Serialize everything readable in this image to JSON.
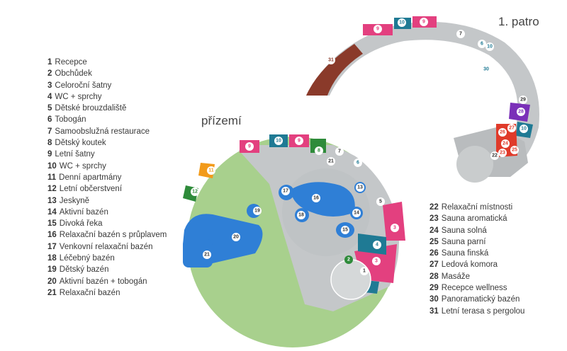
{
  "floors": {
    "ground": "přízemí",
    "first": "1. patro"
  },
  "legend_left": [
    {
      "n": "1",
      "label": "Recepce"
    },
    {
      "n": "2",
      "label": "Obchůdek"
    },
    {
      "n": "3",
      "label": "Celoroční šatny"
    },
    {
      "n": "4",
      "label": "WC + sprchy"
    },
    {
      "n": "5",
      "label": "Dětské brouzdaliště"
    },
    {
      "n": "6",
      "label": "Tobogán"
    },
    {
      "n": "7",
      "label": "Samoobslužná restaurace"
    },
    {
      "n": "8",
      "label": "Dětský koutek"
    },
    {
      "n": "9",
      "label": "Letní šatny"
    },
    {
      "n": "10",
      "label": "WC + sprchy"
    },
    {
      "n": "11",
      "label": "Denní apartmány"
    },
    {
      "n": "12",
      "label": "Letní občerstvení"
    },
    {
      "n": "13",
      "label": "Jeskyně"
    },
    {
      "n": "14",
      "label": "Aktivní bazén"
    },
    {
      "n": "15",
      "label": "Divoká řeka"
    },
    {
      "n": "16",
      "label": "Relaxační bazén s průplavem"
    },
    {
      "n": "17",
      "label": "Venkovní relaxační bazén"
    },
    {
      "n": "18",
      "label": "Léčebný bazén"
    },
    {
      "n": "19",
      "label": "Dětský bazén"
    },
    {
      "n": "20",
      "label": "Aktivní bazén + tobogán"
    },
    {
      "n": "21",
      "label": "Relaxační bazén"
    }
  ],
  "legend_right": [
    {
      "n": "22",
      "label": "Relaxační místnosti"
    },
    {
      "n": "23",
      "label": "Sauna aromatická"
    },
    {
      "n": "24",
      "label": "Sauna solná"
    },
    {
      "n": "25",
      "label": "Sauna parní"
    },
    {
      "n": "26",
      "label": "Sauna finská"
    },
    {
      "n": "27",
      "label": "Ledová komora"
    },
    {
      "n": "28",
      "label": "Masáže"
    },
    {
      "n": "29",
      "label": "Recepce wellness"
    },
    {
      "n": "30",
      "label": "Panoramatický bazén"
    },
    {
      "n": "31",
      "label": "Letní terasa s pergolou"
    }
  ],
  "colors": {
    "lawn": "#a8d08d",
    "floor": "#b9bcbe",
    "pool": "#2f7fd6",
    "pink": "#e3407f",
    "teal": "#1f7a94",
    "green": "#2e8b3a",
    "orange": "#f29a1a",
    "purple": "#7a2fb8",
    "brown": "#8a3a2a",
    "red": "#e03a2a"
  },
  "map_markers": {
    "ground": [
      "1",
      "2",
      "3",
      "3",
      "4",
      "5",
      "6",
      "7",
      "8",
      "9",
      "9",
      "10",
      "11",
      "12",
      "13",
      "14",
      "15",
      "16",
      "17",
      "18",
      "19",
      "20",
      "21"
    ],
    "first": [
      "7",
      "9",
      "9",
      "10",
      "6",
      "10",
      "30",
      "31",
      "29",
      "28",
      "27",
      "26",
      "10",
      "24",
      "25",
      "23",
      "22"
    ]
  }
}
